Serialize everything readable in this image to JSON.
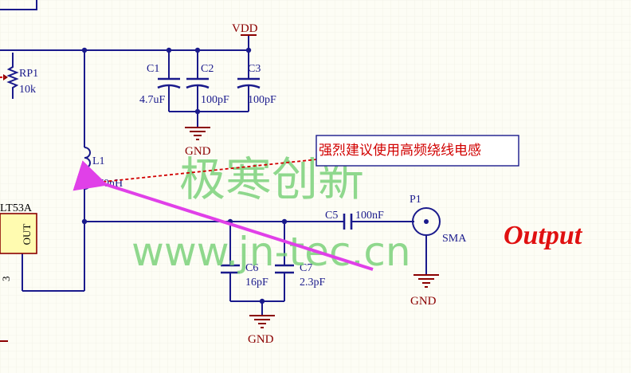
{
  "components": {
    "rp1": {
      "ref": "RP1",
      "value": "10k"
    },
    "c1": {
      "ref": "C1",
      "value": "4.7uF"
    },
    "c2": {
      "ref": "C2",
      "value": "100pF"
    },
    "c3": {
      "ref": "C3",
      "value": "100pF"
    },
    "l1": {
      "ref": "L1",
      "value": "270nH"
    },
    "c5": {
      "ref": "C5",
      "value": "100nF"
    },
    "c6": {
      "ref": "C6",
      "value": "16pF"
    },
    "c7": {
      "ref": "C7",
      "value": "2.3pF"
    },
    "p1": {
      "ref": "P1",
      "value": "SMA"
    },
    "u1": {
      "part": "LT53A",
      "pin_label": "OUT",
      "pin_number": "3"
    }
  },
  "nets": {
    "vdd": "VDD",
    "gnd": "GND"
  },
  "annotations": {
    "note": "强烈建议使用高频绕线电感",
    "output": "Output"
  },
  "watermark": {
    "line1": "极寒创新",
    "line2": "www.jn-tec.cn"
  },
  "colors": {
    "wire": "#1a1a8c",
    "net": "#8b0000",
    "note_text": "#d10000",
    "arrow": "#e040e8",
    "watermark": "#7cd27c",
    "background": "#fdfdf5"
  }
}
